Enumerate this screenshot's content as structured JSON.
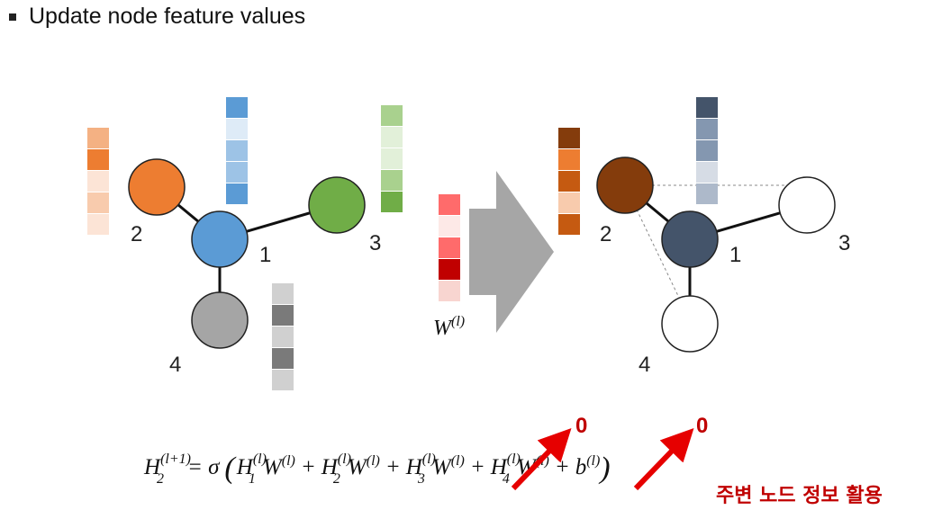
{
  "heading": {
    "bullet_text": "Update node feature values"
  },
  "left_graph": {
    "node_labels": {
      "n1": "1",
      "n2": "2",
      "n3": "3",
      "n4": "4"
    },
    "colors": {
      "n1": "#5b9bd5",
      "n2": "#ed7d31",
      "n3": "#70ad47",
      "n4": "#a5a5a5"
    },
    "vectors": {
      "n2": [
        "#f4b183",
        "#ed7d31",
        "#fce4d6",
        "#f8cbad",
        "#fce4d6"
      ],
      "n1": [
        "#5b9bd5",
        "#deebf7",
        "#9dc3e6",
        "#9dc3e6",
        "#5b9bd5"
      ],
      "n3": [
        "#a9d18e",
        "#e2f0d9",
        "#e2f0d9",
        "#a9d18e",
        "#70ad47"
      ],
      "n4": [
        "#d0d0d0",
        "#7a7a7a",
        "#d0d0d0",
        "#7a7a7a",
        "#d0d0d0"
      ]
    }
  },
  "weight": {
    "label_base": "W",
    "label_sup": "(l)",
    "vector": [
      "#ff6b6b",
      "#fde9e7",
      "#ff6b6b",
      "#c00000",
      "#f8d5d0"
    ]
  },
  "right_graph": {
    "node_labels": {
      "n1": "1",
      "n2": "2",
      "n3": "3",
      "n4": "4"
    },
    "colors": {
      "n1": "#44546a",
      "n2": "#843c0c",
      "n3": "#ffffff",
      "n4": "#ffffff"
    },
    "vectors": {
      "n2": [
        "#843c0c",
        "#ed7d31",
        "#c55a11",
        "#f8cbad",
        "#c55a11"
      ],
      "n1": [
        "#44546a",
        "#8497b0",
        "#8497b0",
        "#d6dce5",
        "#adb9ca"
      ]
    }
  },
  "annotations": {
    "zero_1": "0",
    "zero_2": "0",
    "korean_note": "주변 노드 정보 활용"
  },
  "formula": {
    "lhs_base": "H",
    "lhs_sub": "2",
    "lhs_sup": "(l+1)",
    "equals_sigma": "= σ",
    "terms": [
      {
        "H": "H",
        "sub": "1",
        "sup": "(l)",
        "W": "W",
        "wsup": "(l)"
      },
      {
        "H": "H",
        "sub": "2",
        "sup": "(l)",
        "W": "W",
        "wsup": "(l)"
      },
      {
        "H": "H",
        "sub": "3",
        "sup": "(l)",
        "W": "W",
        "wsup": "(l)"
      },
      {
        "H": "H",
        "sub": "4",
        "sup": "(l)",
        "W": "W",
        "wsup": "(l)"
      }
    ],
    "bias": "b",
    "bias_sup": "(l)",
    "plus": "+",
    "open_paren": "(",
    "close_paren": ")"
  }
}
